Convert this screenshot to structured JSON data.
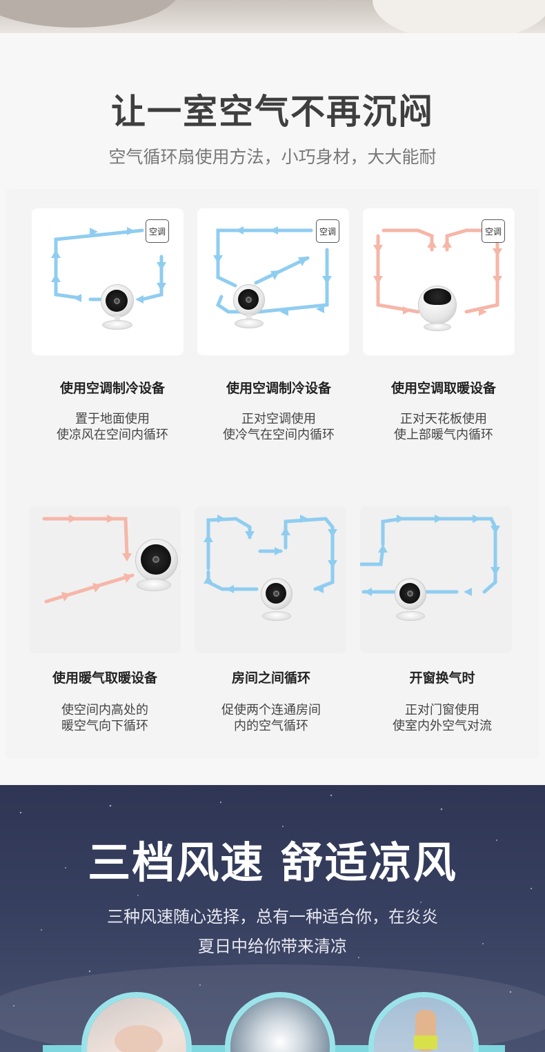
{
  "header": {
    "title": "让一室空气不再沉闷",
    "subtitle": "空气循环扇使用方法，小巧身材，大大能耐"
  },
  "ac_label": "空调",
  "scenarios": [
    {
      "title": "使用空调制冷设备",
      "line1": "置于地面使用",
      "line2": "使凉风在空间内循环"
    },
    {
      "title": "使用空调制冷设备",
      "line1": "正对空调使用",
      "line2": "使冷气在空间内循环"
    },
    {
      "title": "使用空调取暖设备",
      "line1": "正对天花板使用",
      "line2": "使上部暖气内循环"
    },
    {
      "title": "使用暖气取暖设备",
      "line1": "使空间内高处的",
      "line2": "暖空气向下循环"
    },
    {
      "title": "房间之间循环",
      "line1": "促使两个连通房间",
      "line2": "内的空气循环"
    },
    {
      "title": "开窗换气时",
      "line1": "正对门窗使用",
      "line2": "使室内外空气对流"
    }
  ],
  "colors": {
    "cool_arrow": "#8fcdf0",
    "warm_arrow": "#f6b6a8",
    "dark_bg": "#2f3654",
    "accent": "#9be3ea"
  },
  "speed_section": {
    "title": "三档风速 舒适凉风",
    "line1": "三种风速随心选择，总有一种适合你，在炎炎",
    "line2": "夏日中给你带来清凉"
  },
  "icons": [
    "sleeping-person-image",
    "dandelion-image",
    "runner-image"
  ]
}
